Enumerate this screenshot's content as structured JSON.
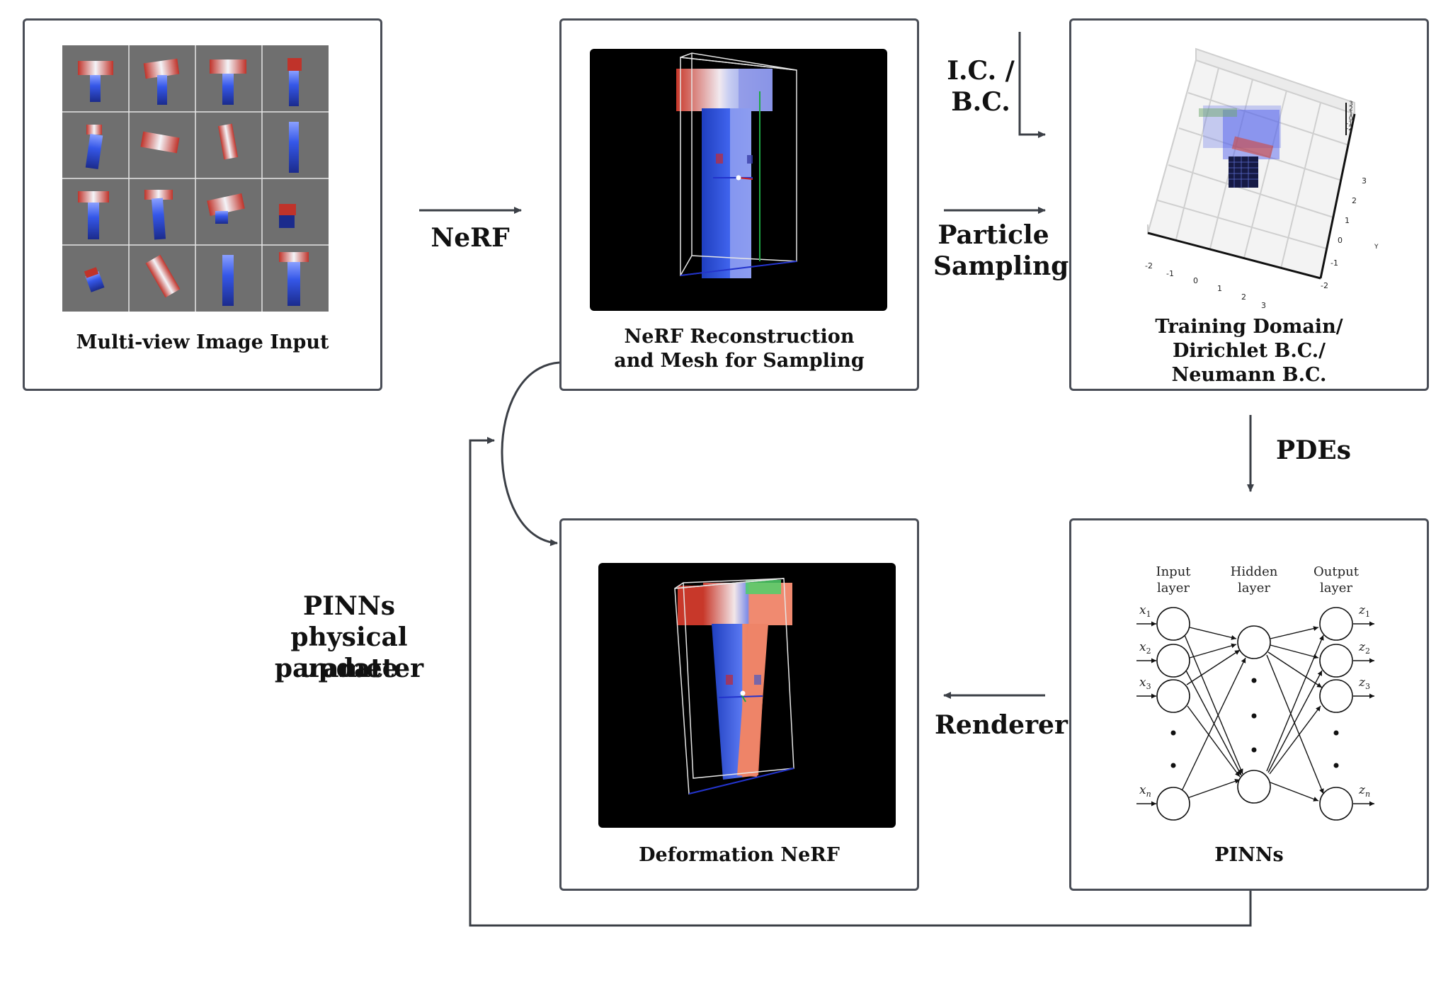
{
  "boxes": {
    "multiview": {
      "caption": "Multi-view Image Input"
    },
    "nerf_recon": {
      "caption_line1": "NeRF Reconstruction",
      "caption_line2": "and Mesh for Sampling"
    },
    "training_domain": {
      "caption_line1": "Training Domain/",
      "caption_line2": "Dirichlet B.C./",
      "caption_line3": "Neumann B.C."
    },
    "pinns": {
      "caption": "PINNs"
    },
    "deformation": {
      "caption": "Deformation NeRF"
    }
  },
  "edges": {
    "nerf": "NeRF",
    "ic_bc_line1": "I.C. /",
    "ic_bc_line2": "B.C.",
    "particle_line1": "Particle",
    "particle_line2": "Sampling",
    "pdes": "PDEs",
    "renderer": "Renderer",
    "update_line1": "PINNs",
    "update_line2": "physical parameter",
    "update_line3": "update"
  },
  "plot3d": {
    "x_ticks": [
      "-2",
      "-1",
      "0",
      "1",
      "2",
      "3"
    ],
    "y_ticks": [
      "3",
      "2",
      "1",
      "0",
      "-1",
      "-2"
    ],
    "y_axis_label": "Y",
    "z_ticks": [
      "3",
      "2",
      "1",
      "0",
      "-1",
      "-2"
    ]
  },
  "network": {
    "input_header_1": "Input",
    "input_header_2": "layer",
    "hidden_header_1": "Hidden",
    "hidden_header_2": "layer",
    "output_header_1": "Output",
    "output_header_2": "layer",
    "inputs": [
      "x",
      "x",
      "x",
      "x"
    ],
    "input_subs": [
      "1",
      "2",
      "3",
      "n"
    ],
    "outputs": [
      "z",
      "z",
      "z",
      "z"
    ],
    "output_subs": [
      "1",
      "2",
      "3",
      "n"
    ]
  },
  "colors": {
    "border": "#4a4e57",
    "arrow": "#3b3f46",
    "hot": "#d8402c",
    "cold": "#2f54e0",
    "tile_bg": "#6f6f6f"
  }
}
